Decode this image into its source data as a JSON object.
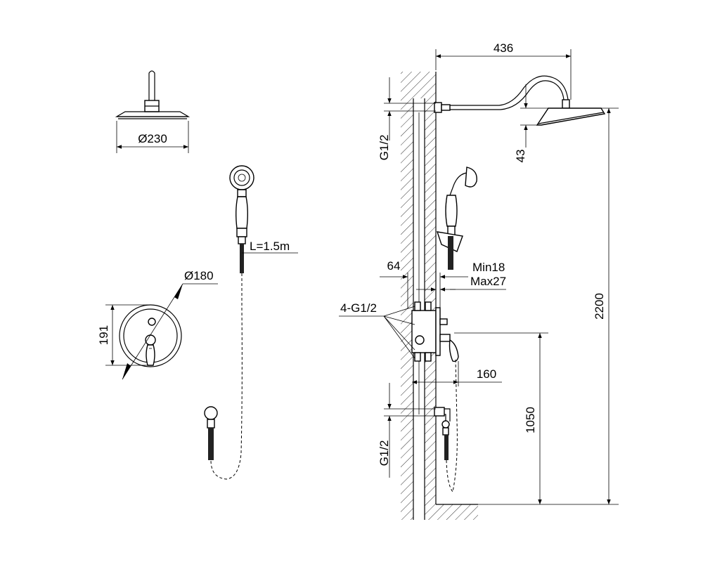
{
  "dimensions": {
    "head_diameter": "Ø230",
    "hand_hose_length": "L=1.5m",
    "plate_diameter": "Ø180",
    "plate_height": "191",
    "arm_reach": "436",
    "wall_inlet_top": "G1/2",
    "head_drop": "43",
    "total_height": "2200",
    "depth": "64",
    "embed_min": "Min18",
    "embed_max": "Max27",
    "valve_ports": "4-G1/2",
    "handle_projection": "160",
    "valve_height": "1050",
    "wall_inlet_bottom": "G1/2"
  }
}
